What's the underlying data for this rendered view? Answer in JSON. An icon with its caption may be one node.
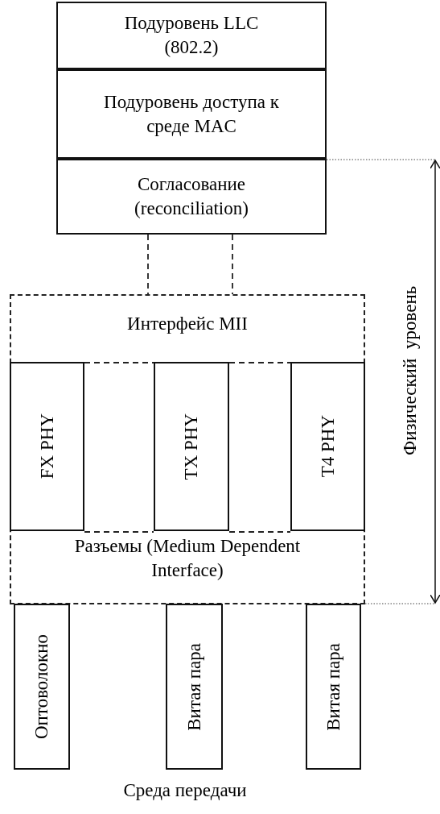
{
  "diagram": {
    "nodes": [
      {
        "text": [
          "Подуровень LLC (802.2)"
        ]
      },
      {
        "text": [
          "Подуровень доступа к среде MAC"
        ]
      },
      {
        "text": [
          "Согласование (reconciliation)"
        ]
      },
      {
        "text": [
          "Интерфейс MII",
          "Разъемы (Medium Dependent Interface)"
        ]
      },
      {
        "text": [
          "FX PHY"
        ],
        "in": 3
      },
      {
        "text": [
          "TX PHY"
        ],
        "in": 3
      },
      {
        "text": [
          "T4 PHY"
        ],
        "in": 3
      },
      {
        "text": [
          "Оптоволокно"
        ]
      },
      {
        "text": [
          "Витая пара"
        ]
      },
      {
        "text": [
          "Витая пара"
        ]
      }
    ],
    "edges": [
      {
        "from": 2,
        "to": 3,
        "arrow": "none",
        "style": "dashed"
      },
      {
        "from": 2,
        "to": 3,
        "arrow": "none",
        "style": "dashed"
      }
    ],
    "labels": [
      "Физический уровень",
      "Среда передачи"
    ]
  }
}
